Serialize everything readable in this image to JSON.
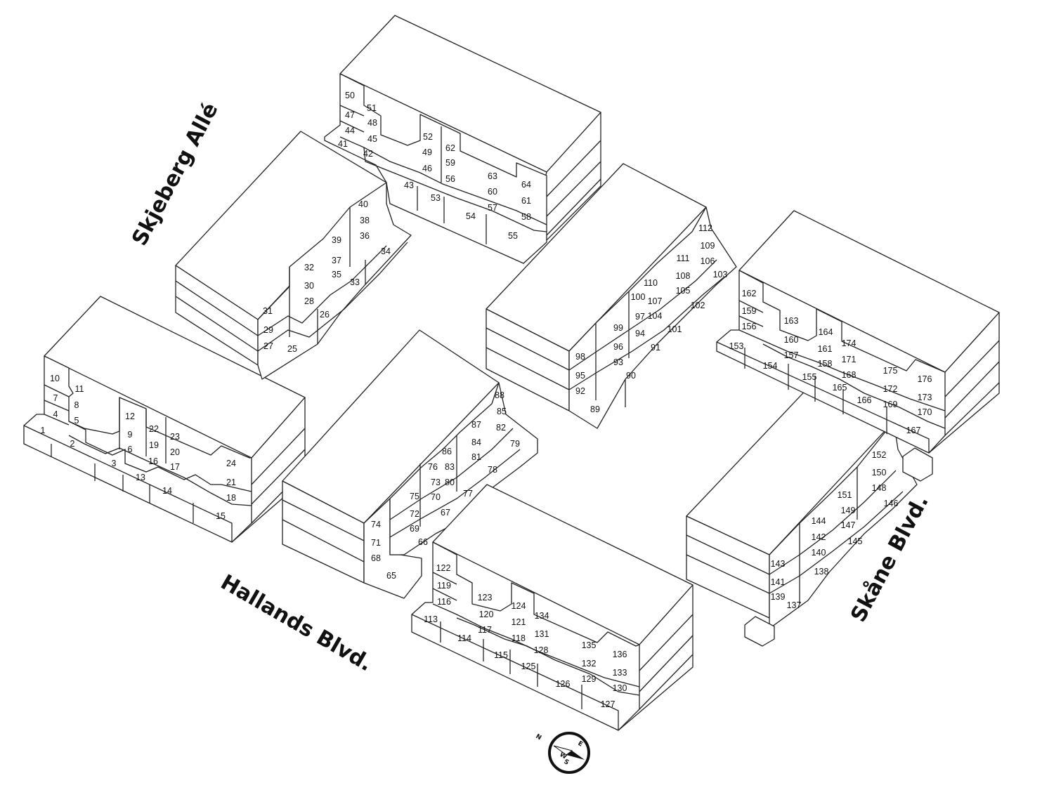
{
  "streets": {
    "skjeberg": "Skjeberg Allé",
    "hallands": "Hallands Blvd.",
    "skane": "Skåne Blvd."
  },
  "compass": {
    "n": "N",
    "e": "E",
    "s": "S",
    "w": "W"
  },
  "units": [
    "1",
    "2",
    "3",
    "4",
    "5",
    "6",
    "7",
    "8",
    "9",
    "10",
    "11",
    "12",
    "13",
    "14",
    "15",
    "16",
    "17",
    "18",
    "19",
    "20",
    "21",
    "22",
    "23",
    "24",
    "25",
    "26",
    "27",
    "28",
    "29",
    "30",
    "31",
    "32",
    "33",
    "34",
    "35",
    "36",
    "37",
    "38",
    "39",
    "40",
    "41",
    "42",
    "43",
    "44",
    "45",
    "46",
    "47",
    "48",
    "49",
    "50",
    "51",
    "52",
    "53",
    "54",
    "55",
    "56",
    "57",
    "58",
    "59",
    "60",
    "61",
    "62",
    "63",
    "64",
    "65",
    "66",
    "67",
    "68",
    "69",
    "70",
    "71",
    "72",
    "73",
    "74",
    "75",
    "76",
    "77",
    "78",
    "79",
    "80",
    "81",
    "82",
    "83",
    "84",
    "85",
    "86",
    "87",
    "88",
    "89",
    "90",
    "91",
    "92",
    "93",
    "94",
    "95",
    "96",
    "97",
    "98",
    "99",
    "100",
    "101",
    "102",
    "103",
    "104",
    "105",
    "106",
    "107",
    "108",
    "109",
    "110",
    "111",
    "112",
    "113",
    "114",
    "115",
    "116",
    "117",
    "118",
    "119",
    "120",
    "121",
    "122",
    "123",
    "124",
    "125",
    "126",
    "127",
    "128",
    "129",
    "130",
    "131",
    "132",
    "133",
    "134",
    "135",
    "136",
    "137",
    "138",
    "139",
    "140",
    "141",
    "142",
    "143",
    "144",
    "145",
    "146",
    "147",
    "148",
    "149",
    "150",
    "151",
    "152",
    "153",
    "154",
    "155",
    "156",
    "157",
    "158",
    "159",
    "160",
    "161",
    "162",
    "163",
    "164",
    "165",
    "166",
    "167",
    "168",
    "169",
    "170",
    "171",
    "172",
    "173",
    "174",
    "175",
    "176"
  ]
}
